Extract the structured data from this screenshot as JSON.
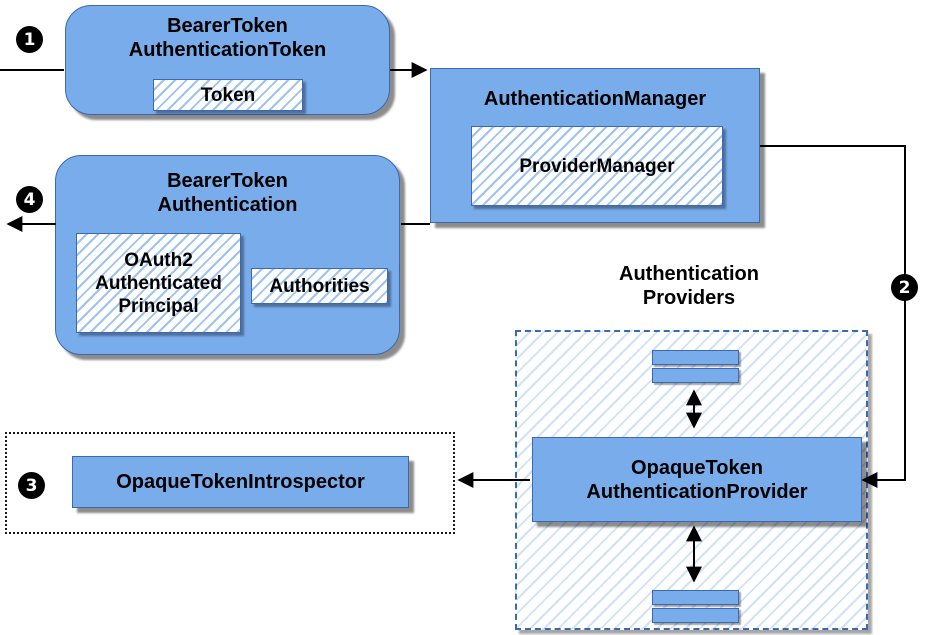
{
  "colors": {
    "box_fill": "#79aceb",
    "box_border": "#3b68b0",
    "hatch_line": "#9ec3ef",
    "hatch_bg_line": "#cfe2f8",
    "arrow_color": "#000000"
  },
  "steps": {
    "s1": "1",
    "s2": "2",
    "s3": "3",
    "s4": "4"
  },
  "nodes": {
    "bearer_token_authentication_token": {
      "title": "BearerToken\nAuthenticationToken",
      "token_label": "Token"
    },
    "authentication_manager": {
      "title": "AuthenticationManager",
      "provider_manager_label": "ProviderManager"
    },
    "bearer_token_authentication": {
      "title": "BearerToken\nAuthentication",
      "principal_label": "OAuth2\nAuthenticated\nPrincipal",
      "authorities_label": "Authorities"
    },
    "authentication_providers": {
      "heading": "Authentication\nProviders",
      "provider_label": "OpaqueToken\nAuthenticationProvider"
    },
    "introspector": {
      "label": "OpaqueTokenIntrospector"
    }
  }
}
